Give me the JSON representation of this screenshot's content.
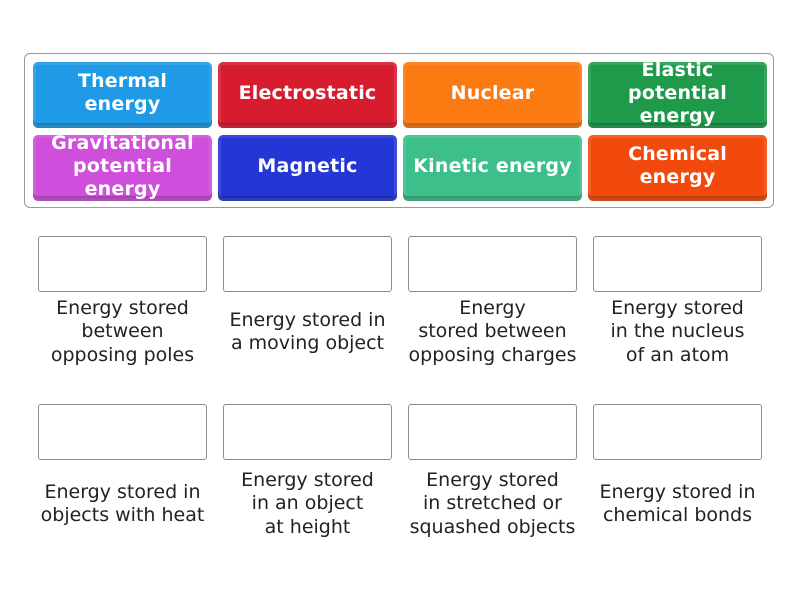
{
  "tray": {
    "tiles": [
      {
        "label": "Thermal energy",
        "color": "#1e9ae6"
      },
      {
        "label": "Electrostatic",
        "color": "#d81c2f"
      },
      {
        "label": "Nuclear",
        "color": "#fb7a12"
      },
      {
        "label": "Elastic potential\nenergy",
        "color": "#1f9a4b"
      },
      {
        "label": "Gravitational\npotential energy",
        "color": "#cf4fdc"
      },
      {
        "label": "Magnetic",
        "color": "#2437d6"
      },
      {
        "label": "Kinetic energy",
        "color": "#3cbf8a"
      },
      {
        "label": "Chemical\nenergy",
        "color": "#f24a0c"
      }
    ]
  },
  "targets": [
    {
      "description": "Energy stored\nbetween\nopposing poles",
      "value": ""
    },
    {
      "description": "Energy stored in\na moving object",
      "value": ""
    },
    {
      "description": "Energy\nstored between\nopposing charges",
      "value": ""
    },
    {
      "description": "Energy stored\nin the nucleus\nof an atom",
      "value": ""
    },
    {
      "description": "Energy stored in\nobjects with heat",
      "value": ""
    },
    {
      "description": "Energy stored\nin an object\nat height",
      "value": ""
    },
    {
      "description": "Energy stored\nin stretched or\nsquashed objects",
      "value": ""
    },
    {
      "description": "Energy stored in\nchemical bonds",
      "value": ""
    }
  ]
}
